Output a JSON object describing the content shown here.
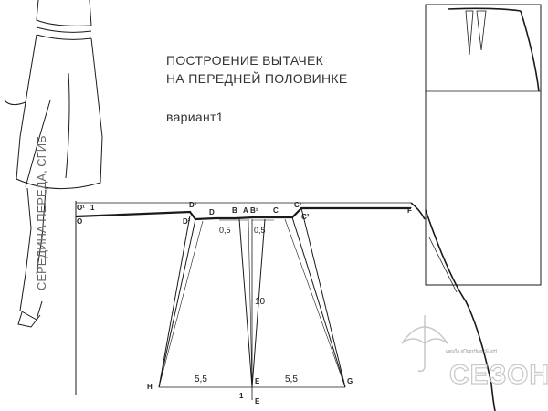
{
  "title": {
    "line1": "ПОСТРОЕНИЕ ВЫТАЧЕК",
    "line2": "НА ПЕРЕДНЕЙ ПОЛОВИНКЕ",
    "variant": "вариант1"
  },
  "side_label": "СЕРЕДИНА ПЕРЕДА, СГИБ",
  "points": {
    "O1": "O¹",
    "O": "O",
    "one_top": "1",
    "D1": "D¹",
    "D2": "D²",
    "D": "D",
    "B": "B",
    "A": "A",
    "B1": "B¹",
    "C": "C",
    "C1": "C¹",
    "C2": "C²",
    "F": "F",
    "H": "H",
    "E": "E",
    "G": "G",
    "E_bottom": "E",
    "one_bottom": "1"
  },
  "dimensions": {
    "left_half": "5,5",
    "right_half": "5,5",
    "dart_length": "10",
    "offset_left": "0,5",
    "offset_right": "0,5"
  },
  "logo": {
    "name": "СЕЗОН",
    "tagline": "шкоЛа пПортНых сЕзоН"
  }
}
